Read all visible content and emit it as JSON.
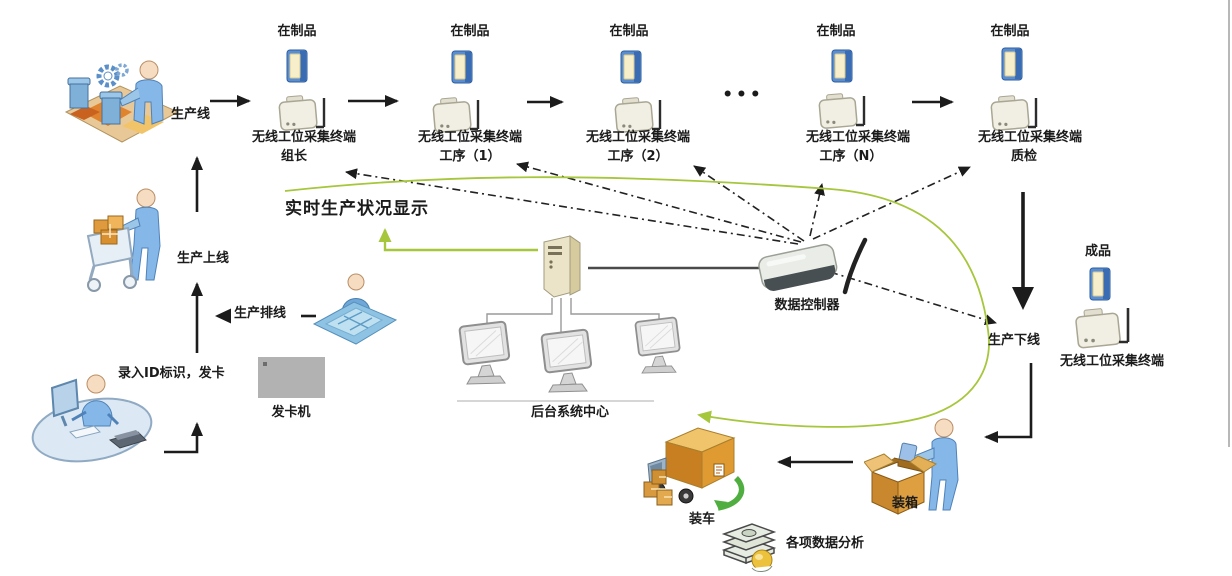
{
  "labels": {
    "title": "实时生产状况显示",
    "ellipsis": "•••",
    "production_line": "生产线",
    "production_online": "生产上线",
    "production_scheduling": "生产排线",
    "id_card_entry": "录入ID标识，发卡",
    "card_machine": "发卡机",
    "backend_center": "后台系统中心",
    "data_controller": "数据控制器",
    "production_offline": "生产下线",
    "finished_product": "成品",
    "offline_terminal": "无线工位采集终端",
    "boxing": "装箱",
    "truck_loading": "装车",
    "data_analysis": "各项数据分析"
  },
  "stations": [
    {
      "wip": "在制品",
      "name": "无线工位采集终端",
      "role": "组长"
    },
    {
      "wip": "在制品",
      "name": "无线工位采集终端",
      "role": "工序（1）"
    },
    {
      "wip": "在制品",
      "name": "无线工位采集终端",
      "role": "工序（2）"
    },
    {
      "wip": "在制品",
      "name": "无线工位采集终端",
      "role": "工序（N）"
    },
    {
      "wip": "在制品",
      "name": "无线工位采集终端",
      "role": "质检"
    }
  ],
  "colors": {
    "flow_green": "#a6c63c",
    "arrow_black": "#1c1c1c",
    "truck_arrow_green": "#4fae3f"
  }
}
